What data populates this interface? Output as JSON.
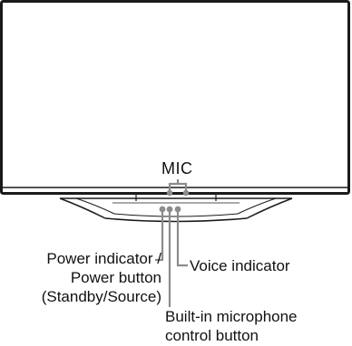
{
  "labels": {
    "mic": "MIC",
    "power_line1": "Power indicator /",
    "power_line2": "Power button",
    "power_line3": "(Standby/Source)",
    "voice": "Voice indicator",
    "builtin_line1": "Built-in microphone",
    "builtin_line2": "control button"
  },
  "colors": {
    "frame": "#1a1a1a",
    "callout": "#8c8c8c",
    "text": "#111111"
  }
}
